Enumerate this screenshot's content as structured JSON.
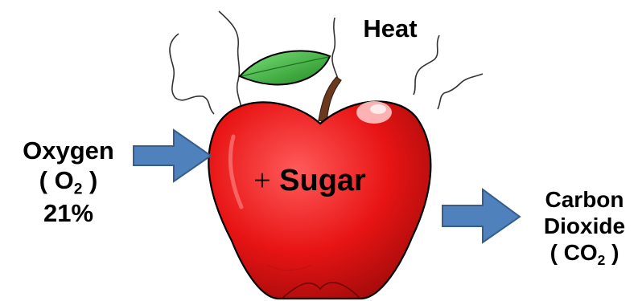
{
  "oxygen": {
    "name": "Oxygen",
    "formula_open": "( O",
    "formula_sub": "2",
    "formula_close": " )",
    "percent": "21%"
  },
  "heat": {
    "label": "Heat"
  },
  "sugar": {
    "plus": "+",
    "label": "Sugar"
  },
  "carbon_dioxide": {
    "line1": "Carbon",
    "line2": "Dioxide",
    "formula_open": "( CO",
    "formula_sub": "2",
    "formula_close": " )"
  },
  "colors": {
    "arrow_fill": "#4f81bd",
    "arrow_stroke": "#385d8a",
    "apple_red": "#e81c1c",
    "leaf_green": "#3cb43c",
    "stem_brown": "#6b3a1e"
  }
}
